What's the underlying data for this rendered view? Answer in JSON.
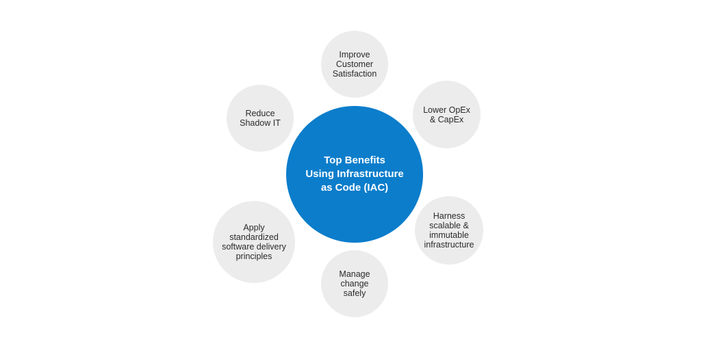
{
  "center": {
    "label": "Top Benefits\nUsing Infrastructure\nas Code (IAC)",
    "color": "#0b7dcb"
  },
  "benefits": [
    {
      "label": "Improve\nCustomer\nSatisfaction"
    },
    {
      "label": "Lower OpEx\n& CapEx"
    },
    {
      "label": "Harness\nscalable &\nimmutable\ninfrastructure"
    },
    {
      "label": "Manage\nchange\nsafely"
    },
    {
      "label": "Apply\nstandardized\nsoftware delivery\nprinciples"
    },
    {
      "label": "Reduce\nShadow IT"
    }
  ],
  "satellite_color": "#ececec"
}
